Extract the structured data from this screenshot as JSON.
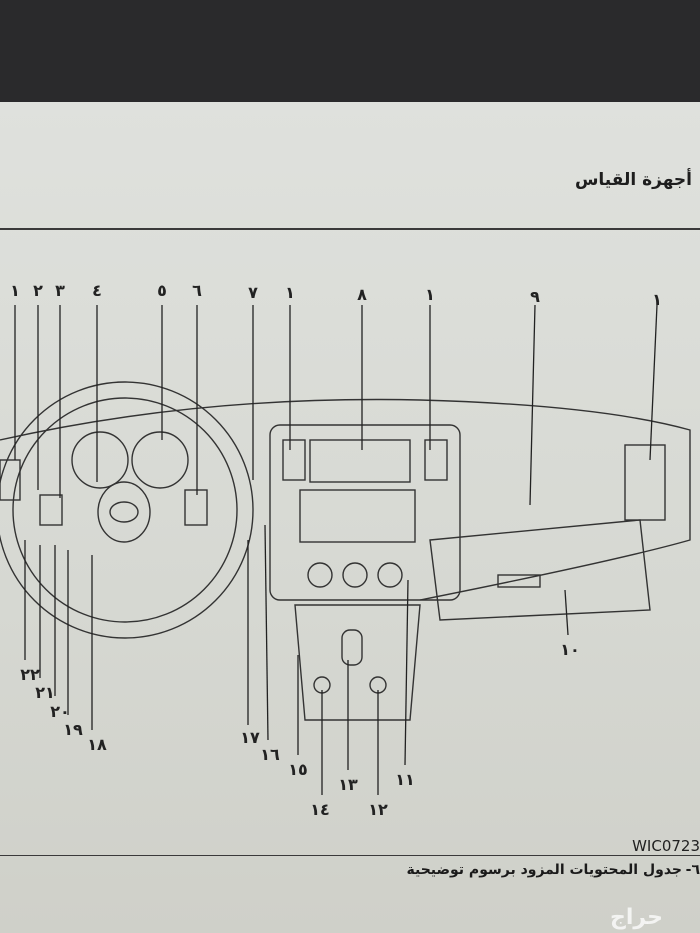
{
  "header": {
    "title": "أجهزة القياس"
  },
  "diagram": {
    "top_labels": [
      "١",
      "٢",
      "٣",
      "٤",
      "٥",
      "٦",
      "٧",
      "١",
      "٨",
      "١",
      "٩",
      "١"
    ],
    "bottom_labels": [
      "٢٢",
      "٢١",
      "٢٠",
      "١٩",
      "١٨",
      "١٧",
      "١٦",
      "١٥",
      "١٤",
      "١٣",
      "١٢",
      "١١",
      "١٠"
    ],
    "figure_code": "WIC0723"
  },
  "footer": {
    "page_number": "-٦",
    "caption": "جدول المحتويات المزود برسوم توضيحية"
  },
  "watermark": "حراج"
}
